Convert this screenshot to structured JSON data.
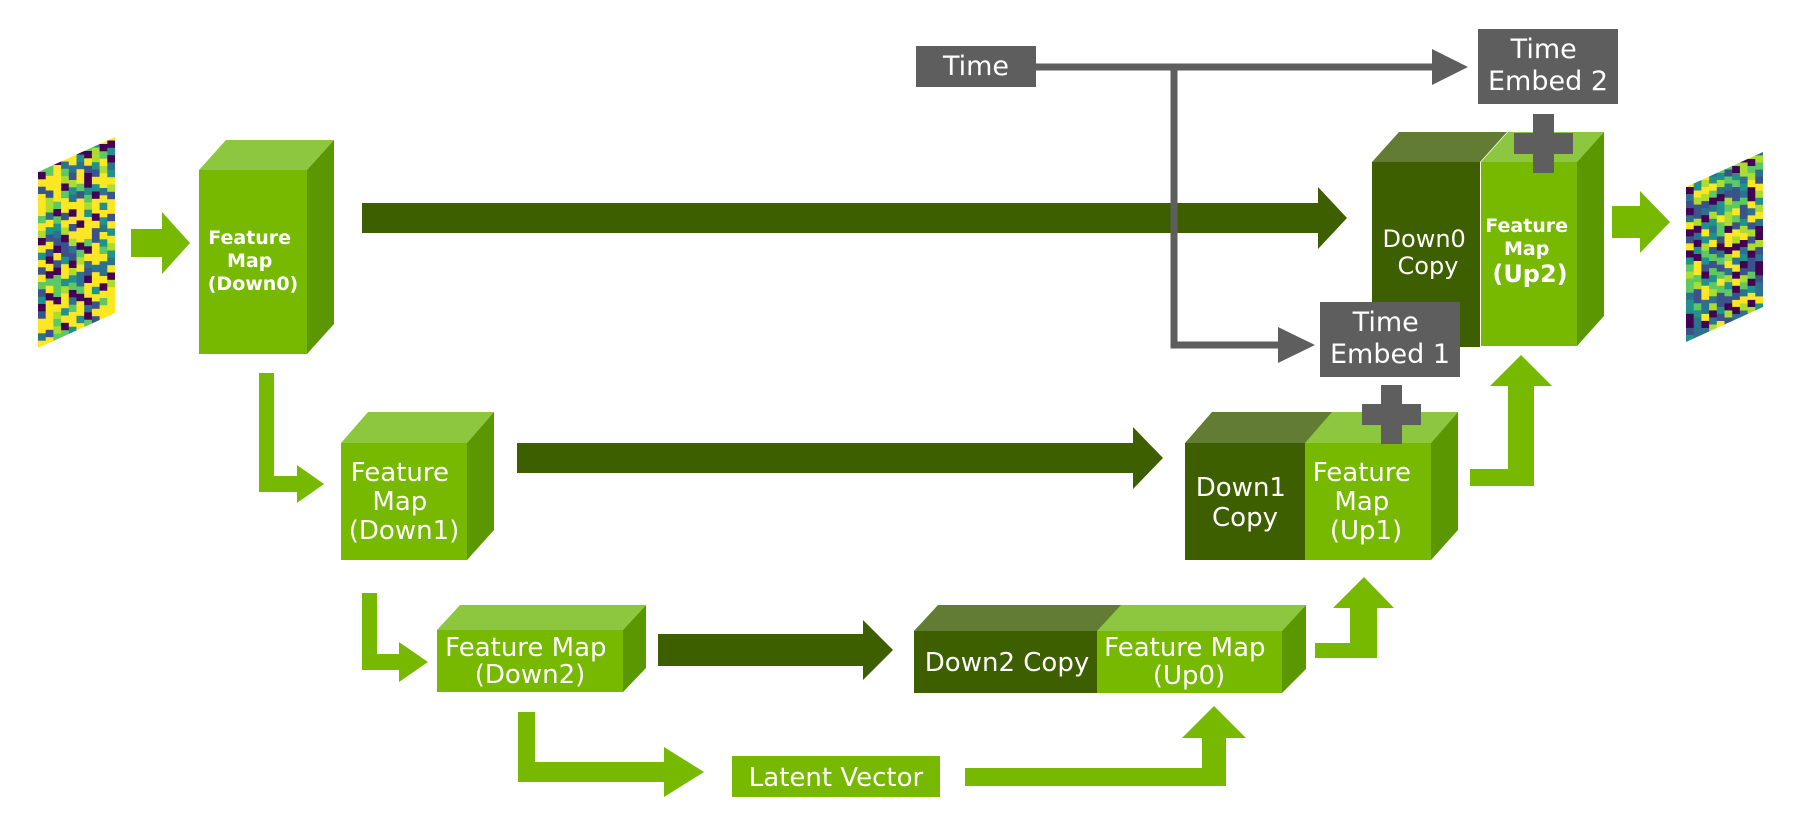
{
  "diagram": {
    "colors": {
      "green": "#76b900",
      "green_top": "#8dc63f",
      "green_side": "#5a9700",
      "dark": "#3d5f00",
      "dark_top": "#627d33",
      "gray": "#5e5e5e"
    },
    "time_label": "Time",
    "time_embed_1": [
      "Time",
      "Embed 1"
    ],
    "time_embed_2": [
      "Time",
      "Embed 2"
    ],
    "down0": [
      "Feature",
      "Map",
      "(Down0)"
    ],
    "down1": [
      "Feature",
      "Map",
      "(Down1)"
    ],
    "down2": [
      "Feature Map",
      "(Down2)"
    ],
    "latent": "Latent Vector",
    "down2_copy": "Down2 Copy",
    "up0": [
      "Feature Map",
      "(Up0)"
    ],
    "down1_copy": [
      "Down1",
      "Copy"
    ],
    "up1": [
      "Feature",
      "Map",
      "(Up1)"
    ],
    "down0_copy": [
      "Down0",
      "Copy"
    ],
    "up2": [
      "Feature",
      "Map",
      "(Up2)"
    ],
    "input_image_icon": "noise-heatmap-icon",
    "output_image_icon": "noise-heatmap-icon",
    "plus_icon": "plus-icon"
  }
}
